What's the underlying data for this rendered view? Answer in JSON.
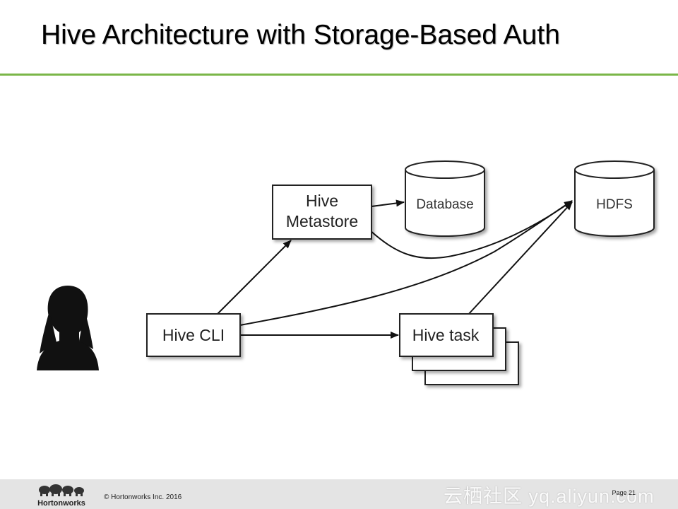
{
  "slide": {
    "title": "Hive Architecture with Storage-Based Auth"
  },
  "colors": {
    "accent_rule": "#7ab648",
    "footer_bg": "#e4e4e4",
    "node_fill": "#ffffff",
    "node_stroke": "#222222"
  },
  "diagram": {
    "nodes": {
      "metastore_line1": "Hive",
      "metastore_line2": "Metastore",
      "database": "Database",
      "hdfs": "HDFS",
      "cli": "Hive CLI",
      "task": "Hive task"
    },
    "user_icon": "user-silhouette-icon"
  },
  "footer": {
    "logo_text": "Hortonworks",
    "copyright": "© Hortonworks Inc. 2016",
    "page": "Page 21",
    "watermark": "云栖社区 yq.aliyun.com"
  }
}
